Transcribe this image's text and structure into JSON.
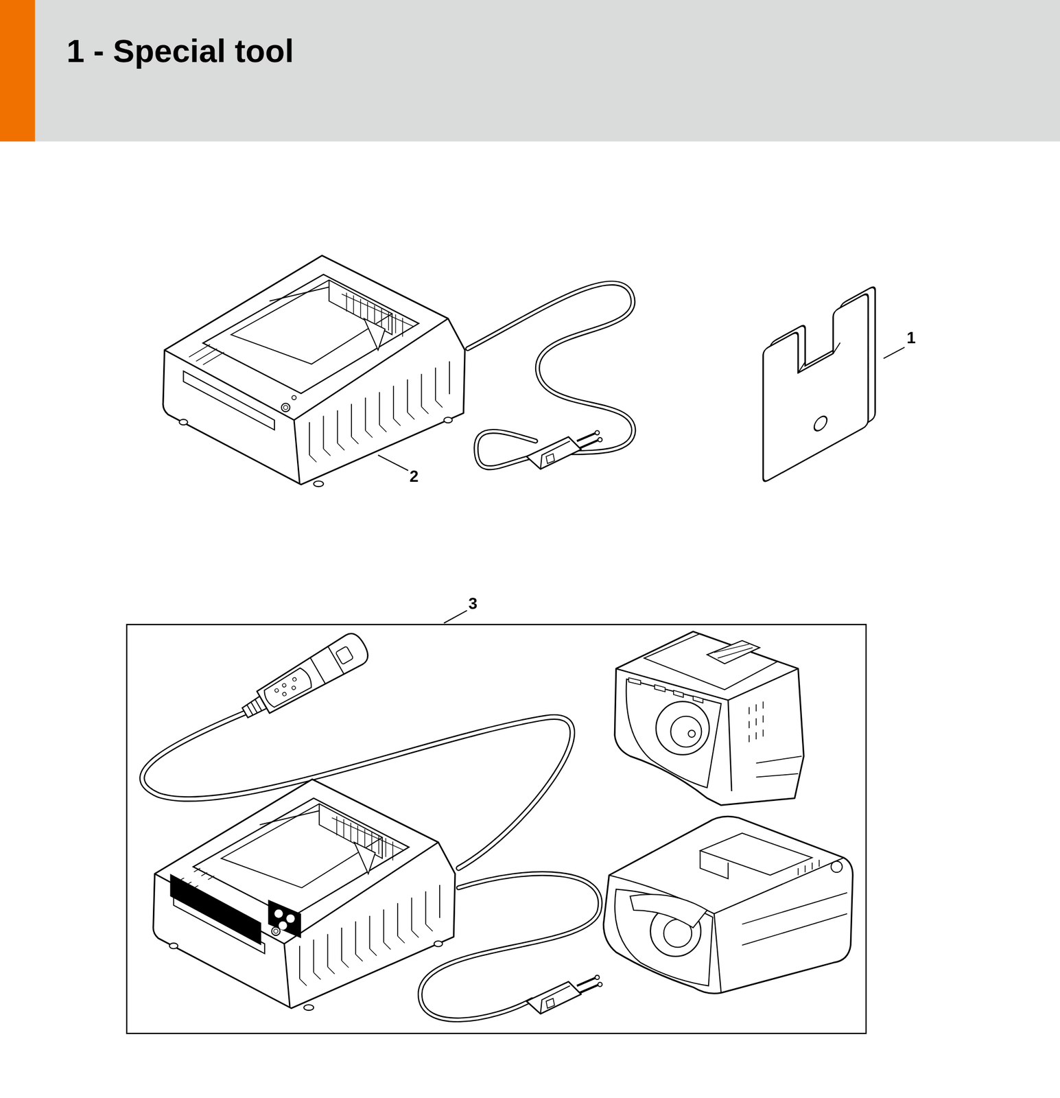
{
  "diagram": {
    "title": "1 - Special tool",
    "labels": [
      "1",
      "2",
      "3"
    ]
  }
}
